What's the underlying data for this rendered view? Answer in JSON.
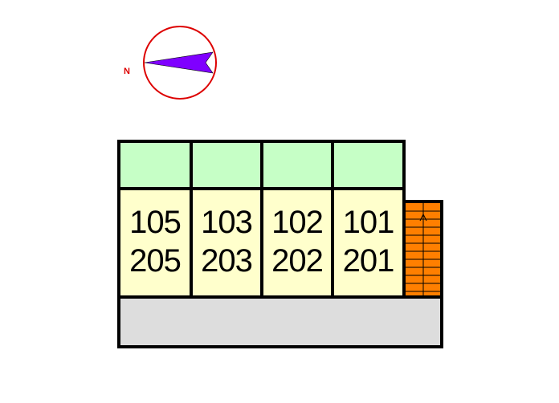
{
  "compass": {
    "label": "N"
  },
  "units": [
    {
      "ground": "105",
      "upper": "205"
    },
    {
      "ground": "103",
      "upper": "203"
    },
    {
      "ground": "102",
      "upper": "202"
    },
    {
      "ground": "101",
      "upper": "201"
    }
  ],
  "colors": {
    "garden": "#c6ffc6",
    "unit": "#ffffcc",
    "stairs": "#ff7f00",
    "corridor": "#dddddd",
    "compass_ring": "#dd0000",
    "compass_needle": "#7f00ff"
  }
}
